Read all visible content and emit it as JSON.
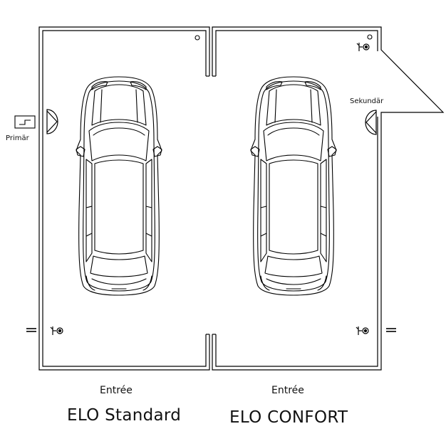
{
  "diagram": {
    "labels": {
      "primary_sensor": "Primär",
      "secondary_sensor": "Sekundär",
      "entrance_left": "Entrée",
      "entrance_right": "Entrée",
      "title_left": "ELO Standard",
      "title_right": "ELO CONFORT"
    },
    "icons": {
      "sensor": "half-circle-sensor-icon",
      "photocell": "photocell-icon",
      "reflector": "reflector-icon",
      "switch": "wall-switch-icon",
      "car": "car-top-view-icon"
    },
    "colors": {
      "line": "#000000",
      "background": "#ffffff"
    }
  }
}
